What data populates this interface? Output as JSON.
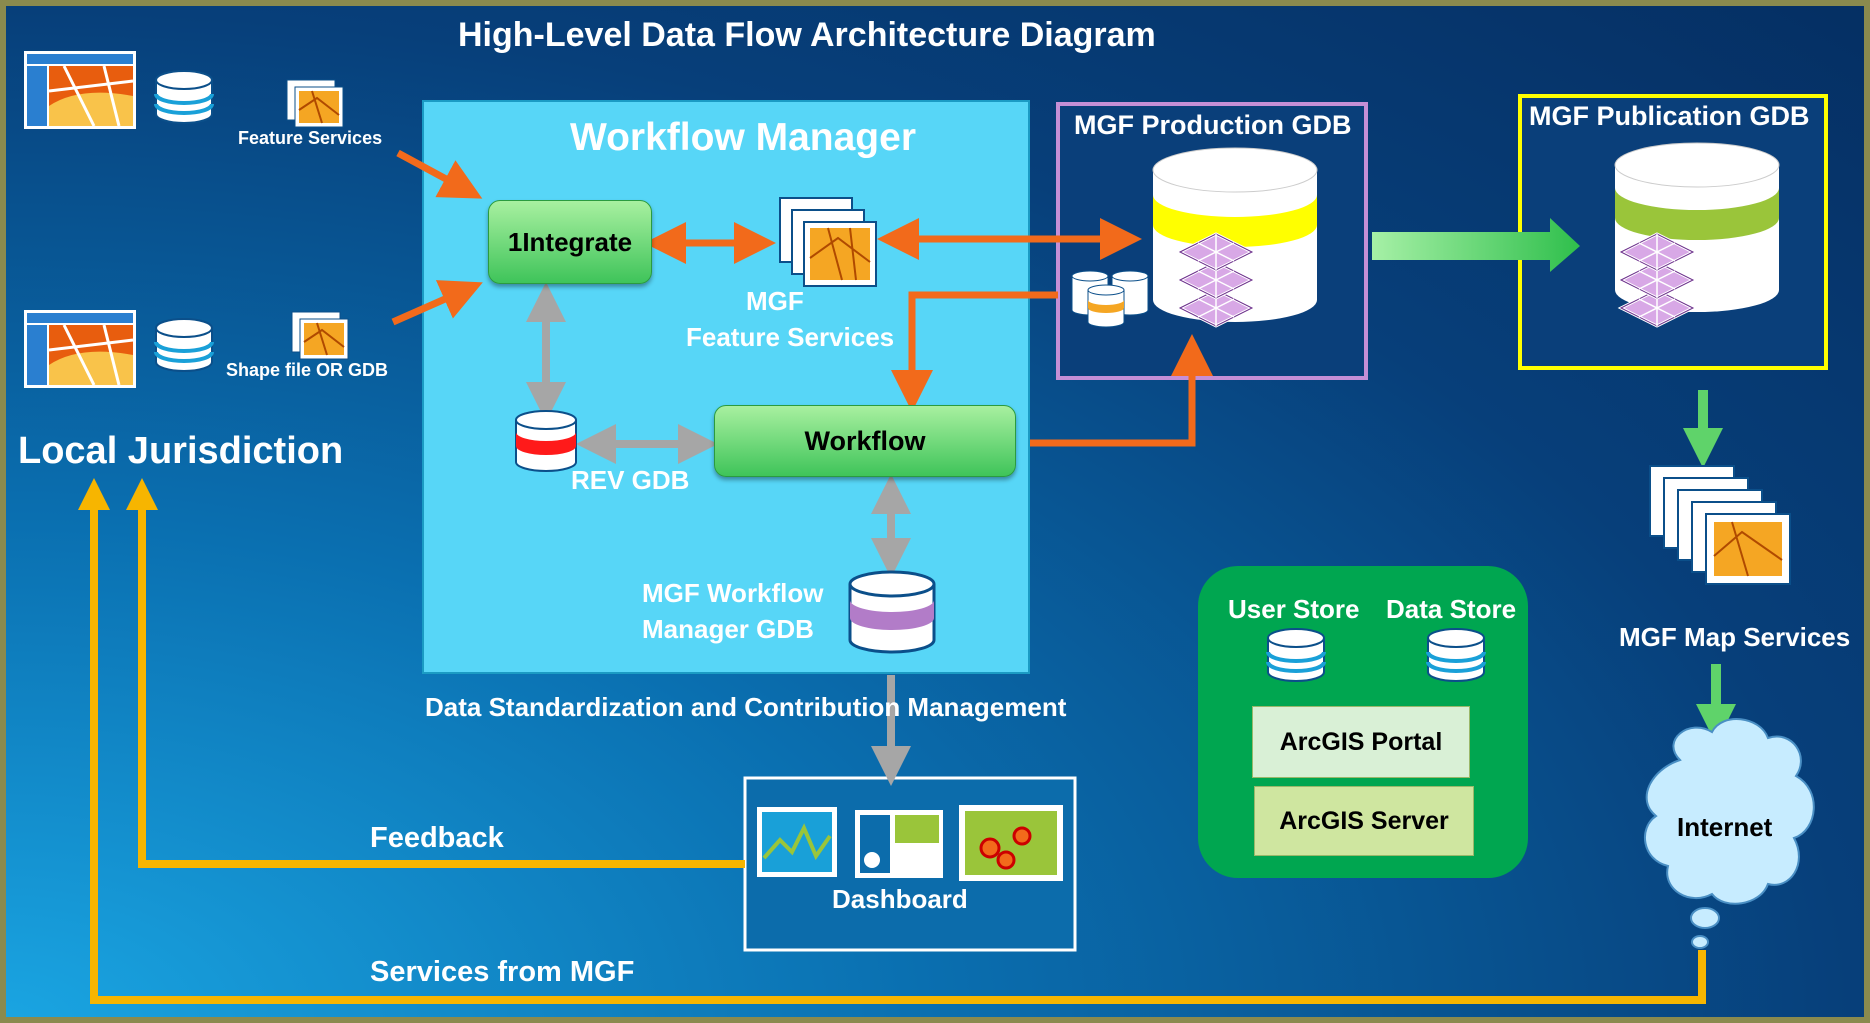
{
  "title": "High-Level  Data Flow Architecture Diagram",
  "sources": {
    "feature_services": "Feature Services",
    "shape_file": "Shape file OR GDB",
    "local_jurisdiction": "Local Jurisdiction"
  },
  "workflow_manager": {
    "title": "Workflow Manager",
    "integrate": "1Integrate",
    "mgf_feature_services": [
      "MGF",
      "Feature Services"
    ],
    "rev_gdb": "REV GDB",
    "workflow": "Workflow",
    "wm_gdb": [
      "MGF Workflow",
      "Manager GDB"
    ],
    "caption": "Data Standardization and Contribution Management"
  },
  "production_gdb": "MGF Production GDB",
  "publication_gdb": "MGF Publication GDB",
  "map_services": "MGF Map Services",
  "internet": "Internet",
  "arcgis": {
    "user_store": "User Store",
    "data_store": "Data Store",
    "portal": "ArcGIS Portal",
    "server": "ArcGIS Server"
  },
  "dashboard": "Dashboard",
  "feedback": "Feedback",
  "services_from_mgf": "Services from MGF",
  "colors": {
    "orange_arrow": "#f26a1b",
    "gray_arrow": "#a6a6a6",
    "green_arrow": "#5fd36a",
    "yellow_line": "#f7b500",
    "workflow_manager_bg": "#57d6f7",
    "arcgis_bg": "#00a650",
    "production_border": "#c58fd6",
    "publication_border": "#ffff00"
  }
}
